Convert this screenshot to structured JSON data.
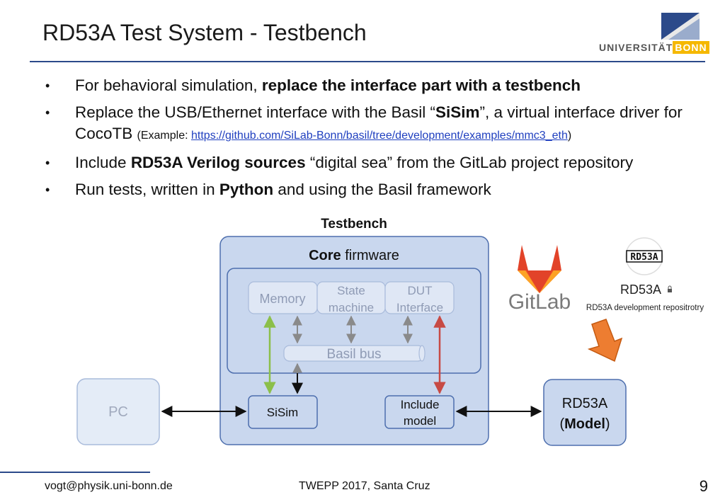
{
  "title": "RD53A Test System - Testbench",
  "logo": {
    "univ": "UNIVERSITÄT",
    "bonn": "BONN"
  },
  "bullets": [
    {
      "text": "For behavioral simulation, ",
      "bold": "replace the interface part with a testbench"
    },
    {
      "pre": "Replace the USB/Ethernet interface with the Basil “",
      "bold": "SiSim",
      "post": "”, a virtual interface driver for CocoTB ",
      "small_pre": "(Example: ",
      "link": "https://github.com/SiLab-Bonn/basil/tree/development/examples/mmc3_eth",
      "small_post": ")"
    },
    {
      "pre": "Include ",
      "bold": "RD53A Verilog sources",
      "post": " “digital sea” from the GitLab project repository"
    },
    {
      "pre": "Run tests, written in ",
      "bold": "Python",
      "post": " and using the Basil framework"
    }
  ],
  "diagram": {
    "testbench_label": "Testbench",
    "core_bold": "Core",
    "core_rest": " firmware",
    "memory": "Memory",
    "state1": "State",
    "state2": "machine",
    "dut1": "DUT",
    "dut2": "Interface",
    "basil_bus": "Basil bus",
    "pc": "PC",
    "sisim": "SiSim",
    "include1": "Include",
    "include2": "model",
    "rd53a1": "RD53A",
    "rd53a2_pre": "(",
    "rd53a2_bold": "Model",
    "rd53a2_post": ")",
    "gitlab": "GitLab",
    "repo_logo": "RD53A",
    "repo_name": "RD53A",
    "repo_desc": "RD53A development repositrotry"
  },
  "colors": {
    "accent": "#2c4a8a",
    "box_fill": "#c9d7ee",
    "box_stroke": "#4e6fae",
    "arrow_green": "#8bbf4a",
    "arrow_red": "#c74a44",
    "arrow_orange": "#ed7d31",
    "gitlab_orange": "#e24329"
  },
  "footer": {
    "email": "vogt@physik.uni-bonn.de",
    "conference": "TWEPP 2017, Santa Cruz",
    "page": "9"
  }
}
